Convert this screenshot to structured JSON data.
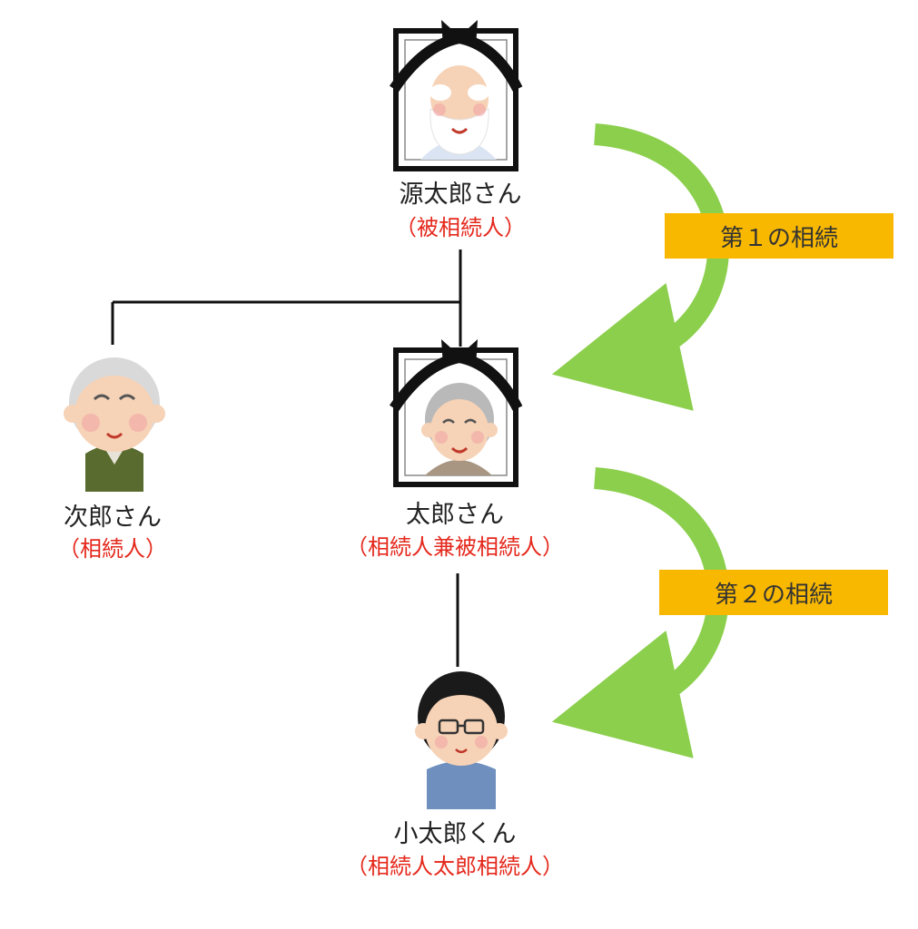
{
  "people": {
    "gentaro": {
      "name": "源太郎さん",
      "role": "（被相続人）"
    },
    "jiro": {
      "name": "次郎さん",
      "role": "（相続人）"
    },
    "taro": {
      "name": "太郎さん",
      "role": "（相続人兼被相続人）"
    },
    "kotaro": {
      "name": "小太郎くん",
      "role": "（相続人太郎相続人）"
    }
  },
  "inheritance_steps": [
    {
      "label": "第１の相続"
    },
    {
      "label": "第２の相続"
    }
  ],
  "colors": {
    "arrow": "#8ccf4d",
    "badge": "#f8b800",
    "role_text": "#e5281c",
    "line": "#111111"
  }
}
